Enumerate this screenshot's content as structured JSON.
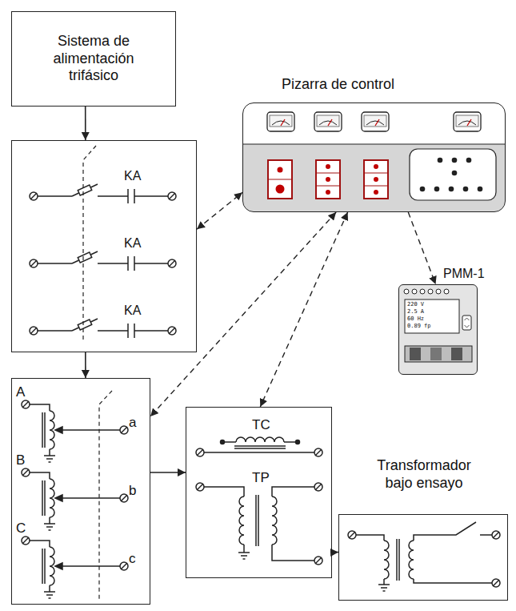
{
  "diagram": {
    "nodes": [
      {
        "text": [
          "Sistema de alimentación trifásico"
        ]
      },
      {
        "text": [
          "KA",
          "KA",
          "KA"
        ]
      },
      {
        "text": [
          "Pizarra de control"
        ]
      },
      {
        "text": [
          "PMM-1"
        ]
      },
      {
        "text": [
          "A",
          "a",
          "B",
          "b",
          "C",
          "c"
        ]
      },
      {
        "text": [
          "TC",
          "TP"
        ]
      },
      {
        "text": [
          "Transformador bajo ensayo"
        ]
      }
    ],
    "edges": [
      {
        "from": 0,
        "to": 1,
        "arrow": "to"
      },
      {
        "from": 1,
        "to": 2,
        "arrow": "both"
      },
      {
        "from": 1,
        "to": 4,
        "arrow": "to"
      },
      {
        "from": 4,
        "to": 5,
        "arrow": "to"
      },
      {
        "from": 5,
        "to": 6,
        "arrow": "to"
      },
      {
        "from": 2,
        "to": 4,
        "arrow": "both"
      },
      {
        "from": 2,
        "to": 5,
        "arrow": "both"
      },
      {
        "from": 2,
        "to": 3,
        "arrow": "to"
      }
    ],
    "labels": [
      "220 V",
      "2.5 A",
      "60 Hz",
      "0.89 fp"
    ]
  }
}
